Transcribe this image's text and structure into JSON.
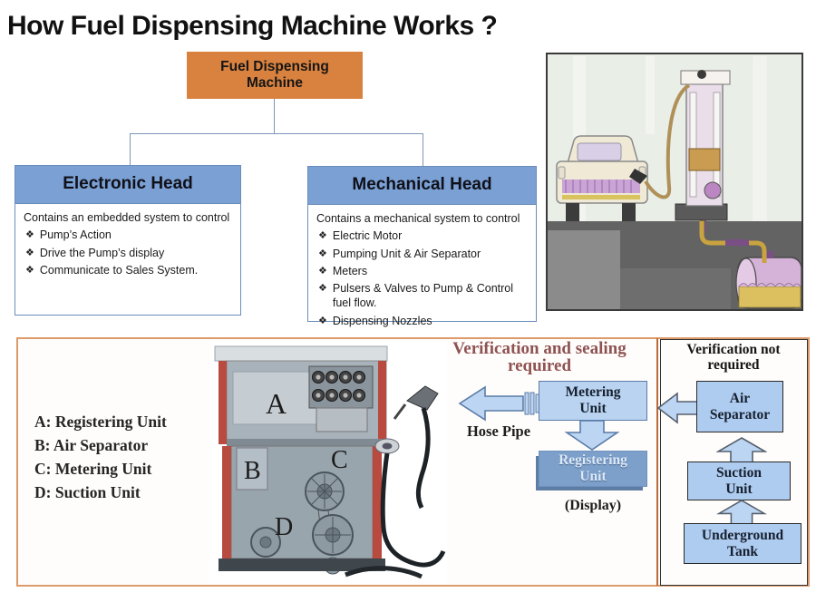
{
  "slide": {
    "title": "How Fuel Dispensing Machine Works ?"
  },
  "icons": {
    "bullet": "❖"
  },
  "colors": {
    "accent_orange": "#d9823f",
    "header_blue": "#7aa0d4",
    "flow_blue_light": "#b9d3f1",
    "flow_blue_mid": "#7da0cb",
    "maroon_heading": "#8e5252",
    "panel_border": "#dd9a6b"
  },
  "org_chart": {
    "root_label": "Fuel Dispensing\nMachine",
    "electronic_head": {
      "title": "Electronic Head",
      "intro": "Contains an embedded system to control",
      "bullets": [
        "Pump’s Action",
        "Drive the Pump’s display",
        "Communicate to Sales System."
      ]
    },
    "mechanical_head": {
      "title": "Mechanical Head",
      "intro": "Contains a mechanical system to control",
      "bullets": [
        "Electric Motor",
        "Pumping Unit & Air Separator",
        "Meters",
        "Pulsers & Valves to Pump & Control fuel flow.",
        "Dispensing Nozzles"
      ]
    }
  },
  "bottom_panel": {
    "legend": [
      "A: Registering Unit",
      "B: Air Separator",
      "C: Metering Unit",
      "D: Suction Unit"
    ],
    "photo_labels": {
      "a": "A",
      "b": "B",
      "c": "C",
      "d": "D"
    },
    "sealing_heading": "Verification and sealing\nrequired",
    "hose_pipe_label": "Hose Pipe",
    "metering_label": "Metering\nUnit",
    "registering_label": "Registering\nUnit",
    "display_label": "(Display)",
    "not_required_heading": "Verification not\nrequired",
    "air_separator_label": "Air\nSeparator",
    "suction_label": "Suction\nUnit",
    "underground_label": "Underground\nTank"
  }
}
